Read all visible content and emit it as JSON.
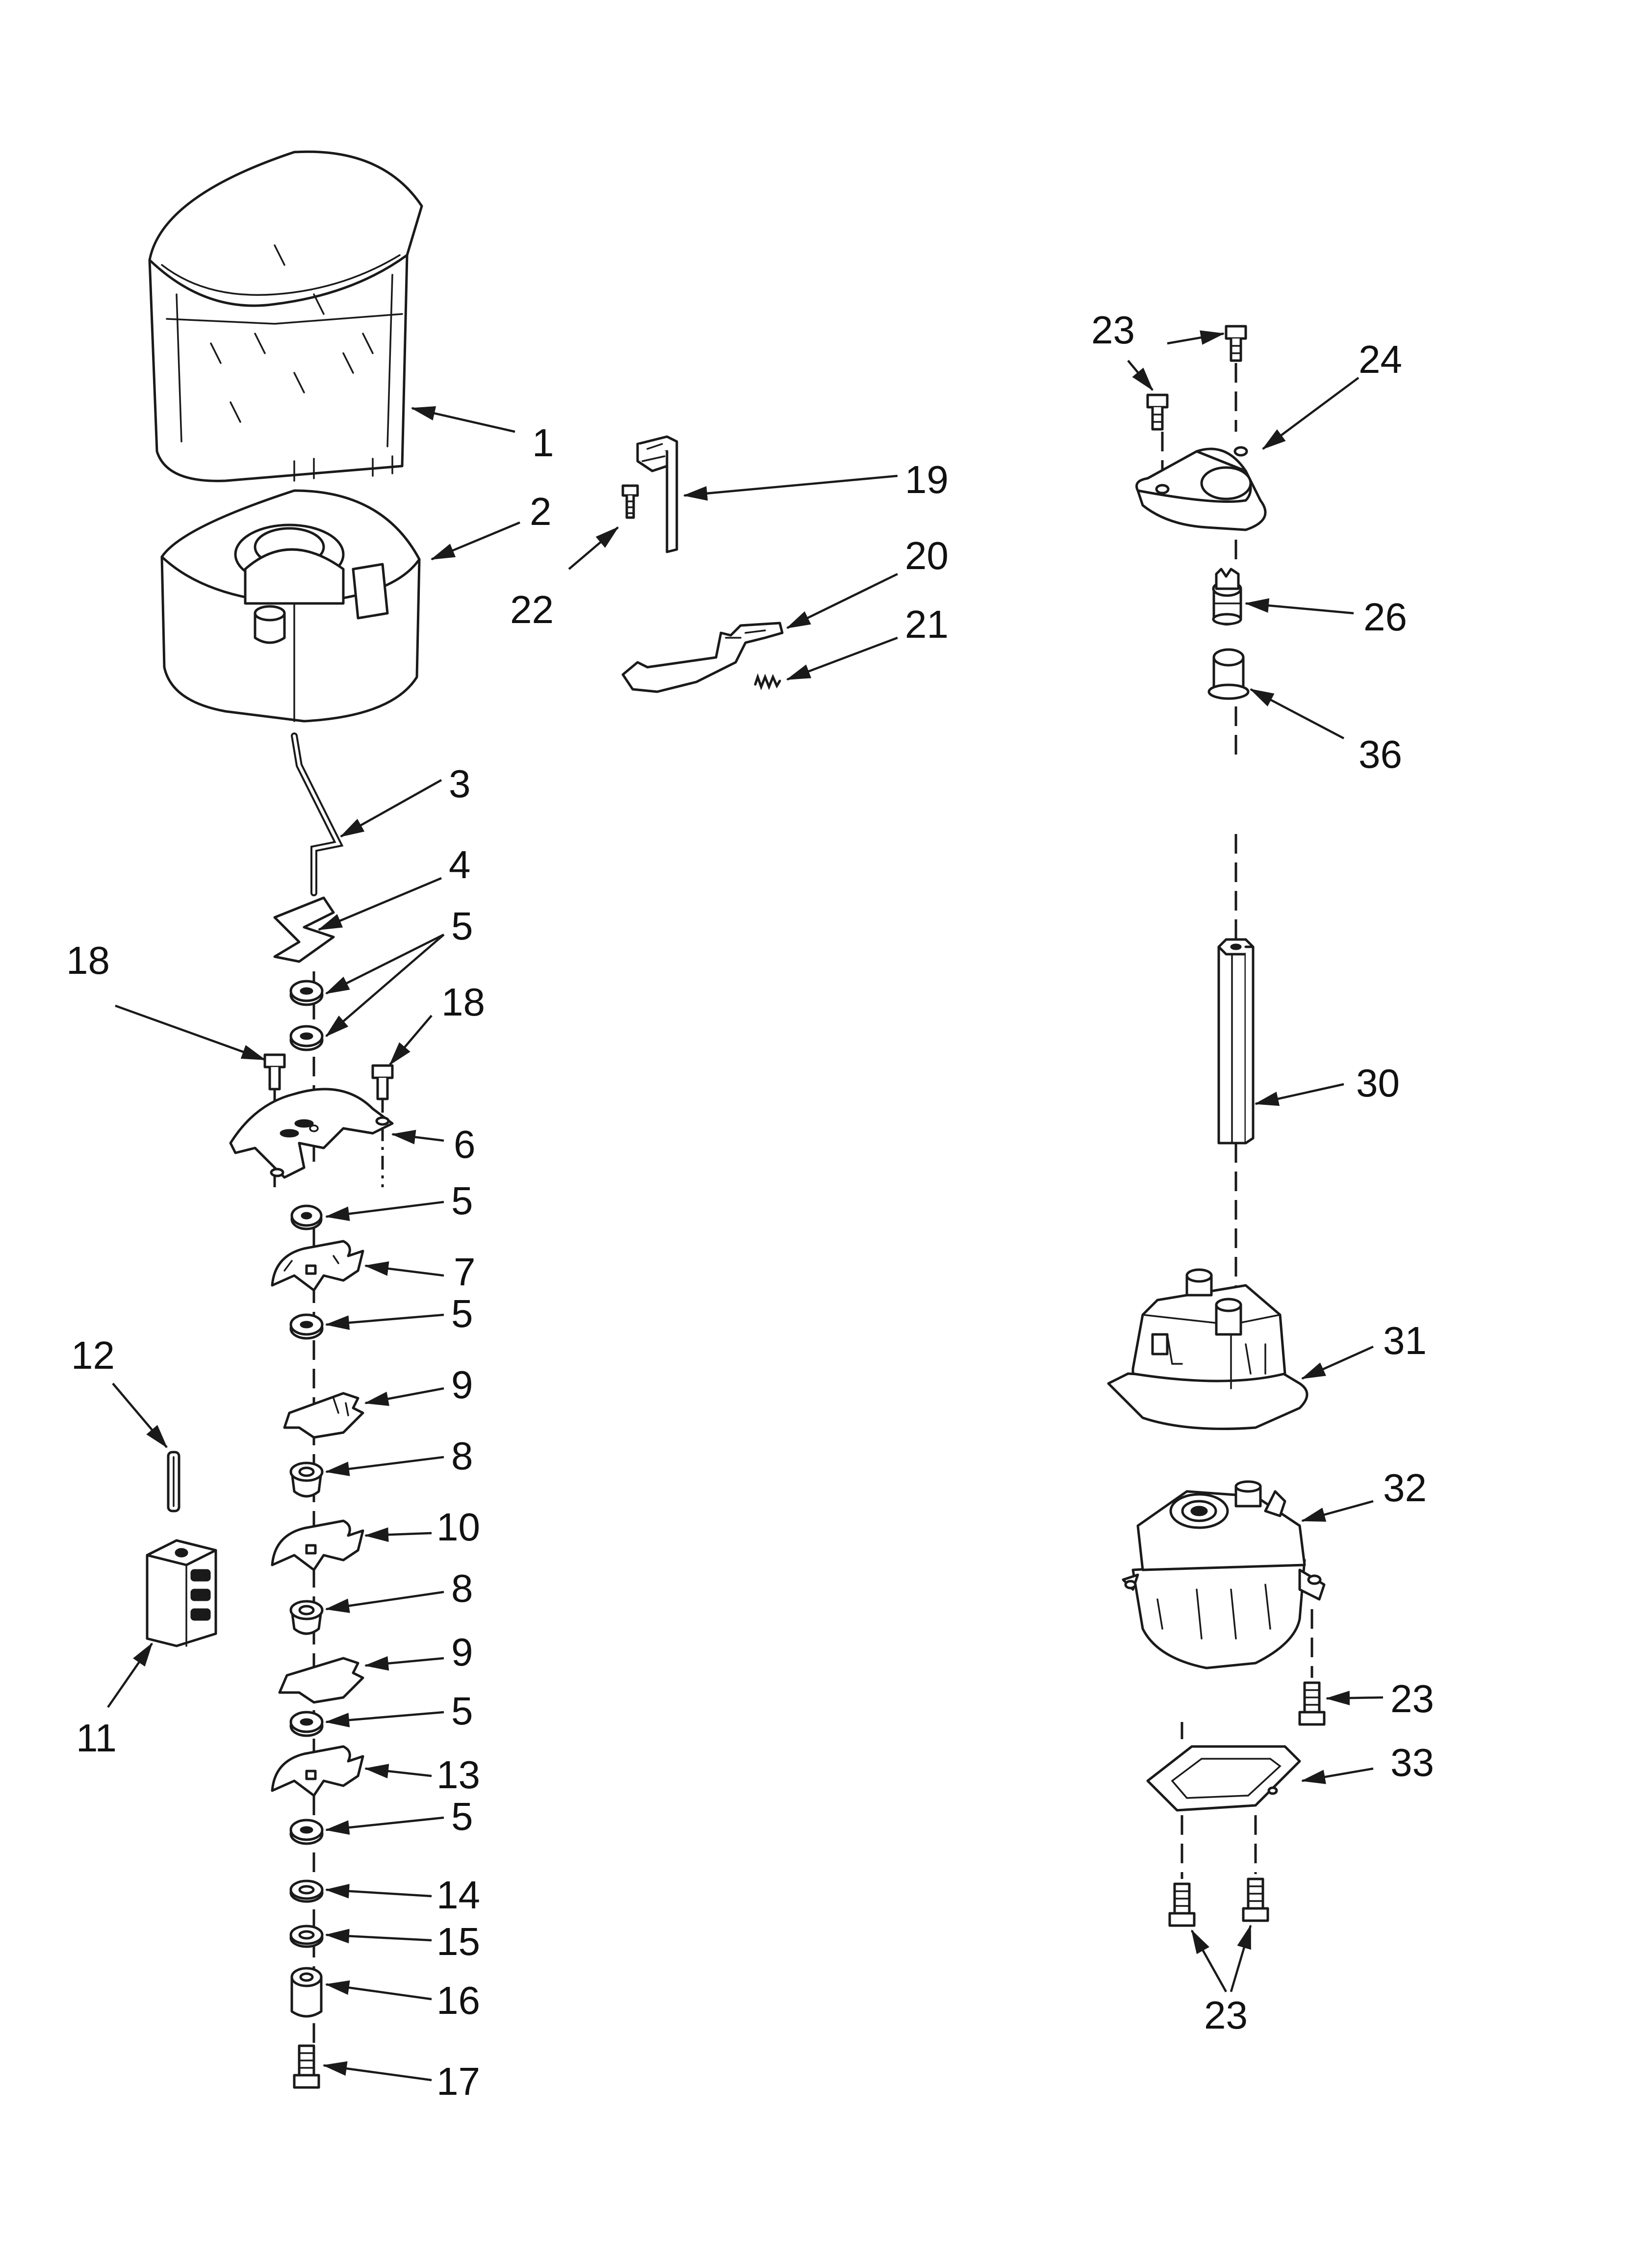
{
  "callouts": [
    {
      "id": "c1",
      "label": "1"
    },
    {
      "id": "c2",
      "label": "2"
    },
    {
      "id": "c3",
      "label": "3"
    },
    {
      "id": "c4",
      "label": "4"
    },
    {
      "id": "c5a",
      "label": "5"
    },
    {
      "id": "c18a",
      "label": "18"
    },
    {
      "id": "c18b",
      "label": "18"
    },
    {
      "id": "c6",
      "label": "6"
    },
    {
      "id": "c5b",
      "label": "5"
    },
    {
      "id": "c7",
      "label": "7"
    },
    {
      "id": "c5c",
      "label": "5"
    },
    {
      "id": "c9a",
      "label": "9"
    },
    {
      "id": "c8a",
      "label": "8"
    },
    {
      "id": "c10",
      "label": "10"
    },
    {
      "id": "c8b",
      "label": "8"
    },
    {
      "id": "c9b",
      "label": "9"
    },
    {
      "id": "c5d",
      "label": "5"
    },
    {
      "id": "c13",
      "label": "13"
    },
    {
      "id": "c5e",
      "label": "5"
    },
    {
      "id": "c14",
      "label": "14"
    },
    {
      "id": "c15",
      "label": "15"
    },
    {
      "id": "c16",
      "label": "16"
    },
    {
      "id": "c17",
      "label": "17"
    },
    {
      "id": "c12",
      "label": "12"
    },
    {
      "id": "c11",
      "label": "11"
    },
    {
      "id": "c19",
      "label": "19"
    },
    {
      "id": "c22",
      "label": "22"
    },
    {
      "id": "c20",
      "label": "20"
    },
    {
      "id": "c21",
      "label": "21"
    },
    {
      "id": "c23a",
      "label": "23"
    },
    {
      "id": "c24",
      "label": "24"
    },
    {
      "id": "c26",
      "label": "26"
    },
    {
      "id": "c36",
      "label": "36"
    },
    {
      "id": "c30",
      "label": "30"
    },
    {
      "id": "c31",
      "label": "31"
    },
    {
      "id": "c32",
      "label": "32"
    },
    {
      "id": "c23b",
      "label": "23"
    },
    {
      "id": "c33",
      "label": "33"
    },
    {
      "id": "c23c",
      "label": "23"
    }
  ]
}
